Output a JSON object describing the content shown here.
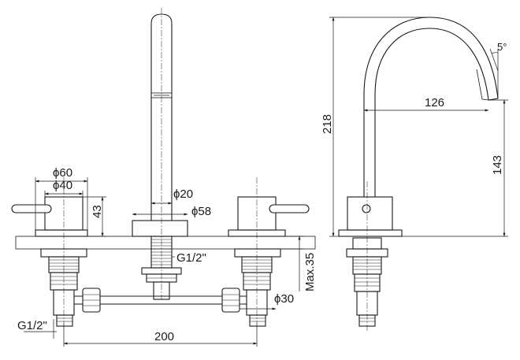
{
  "labels": {
    "dia60": "ϕ60",
    "dia40": "ϕ40",
    "h43": "43",
    "dia20": "ϕ20",
    "dia58": "ϕ58",
    "g12_mid": "G1/2\"",
    "max35": "Max.35",
    "dia30": "ϕ30",
    "g12_left": "G1/2\"",
    "w200": "200",
    "h218": "218",
    "r126": "126",
    "angle5": "5°",
    "h143": "143"
  }
}
